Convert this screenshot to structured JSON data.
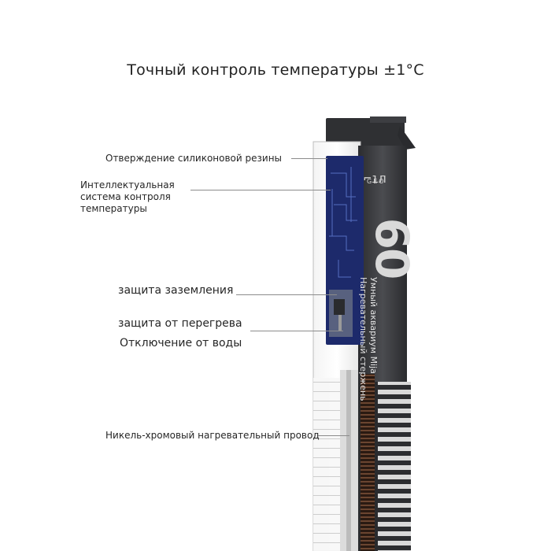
{
  "title": "Точный контроль температуры ±1°C",
  "callouts": [
    {
      "text": "Отверждение силиконовой резины"
    },
    {
      "text": "Интеллектуальная система контроля температуры"
    },
    {
      "text": "защита заземления"
    },
    {
      "text": "защита от перегрева"
    },
    {
      "text": "Отключение от воды"
    },
    {
      "text": "Никель-хромовый нагревательный провод"
    }
  ],
  "product": {
    "line1": "Умный аквариум Mija",
    "line2": "Нагревательный стержень",
    "model_mark": "60",
    "brand_mark": "GEO"
  },
  "colors": {
    "body": "#3a3b3e",
    "accent": "#1f2f7a",
    "coil": "#5a3a28"
  }
}
